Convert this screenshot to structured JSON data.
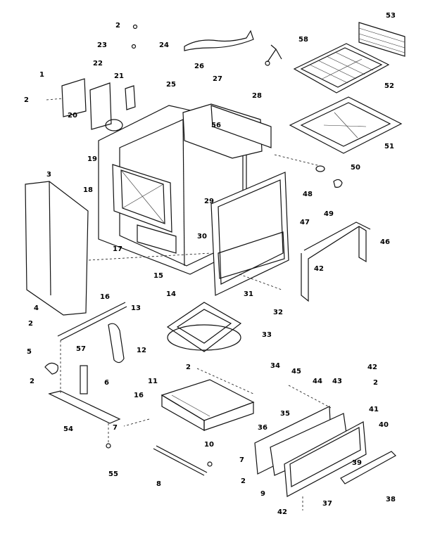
{
  "callouts": [
    {
      "id": "c53",
      "text": "53"
    },
    {
      "id": "c58",
      "text": "58"
    },
    {
      "id": "c52",
      "text": "52"
    },
    {
      "id": "c51",
      "text": "51"
    },
    {
      "id": "c50",
      "text": "50"
    },
    {
      "id": "c49",
      "text": "49"
    },
    {
      "id": "c48",
      "text": "48"
    },
    {
      "id": "c47",
      "text": "47"
    },
    {
      "id": "c46",
      "text": "46"
    },
    {
      "id": "c42a",
      "text": "42"
    },
    {
      "id": "c2a",
      "text": "2"
    },
    {
      "id": "c23",
      "text": "23"
    },
    {
      "id": "c24",
      "text": "24"
    },
    {
      "id": "c1",
      "text": "1"
    },
    {
      "id": "c22",
      "text": "22"
    },
    {
      "id": "c21",
      "text": "21"
    },
    {
      "id": "c25",
      "text": "25"
    },
    {
      "id": "c26",
      "text": "26"
    },
    {
      "id": "c27",
      "text": "27"
    },
    {
      "id": "c28",
      "text": "28"
    },
    {
      "id": "c2b",
      "text": "2"
    },
    {
      "id": "c20",
      "text": "20"
    },
    {
      "id": "c56",
      "text": "56"
    },
    {
      "id": "c19",
      "text": "19"
    },
    {
      "id": "c3",
      "text": "3"
    },
    {
      "id": "c18",
      "text": "18"
    },
    {
      "id": "c29",
      "text": "29"
    },
    {
      "id": "c30",
      "text": "30"
    },
    {
      "id": "c17",
      "text": "17"
    },
    {
      "id": "c15",
      "text": "15"
    },
    {
      "id": "c16",
      "text": "16"
    },
    {
      "id": "c4",
      "text": "4"
    },
    {
      "id": "c31",
      "text": "31"
    },
    {
      "id": "c32",
      "text": "32"
    },
    {
      "id": "c14",
      "text": "14"
    },
    {
      "id": "c33",
      "text": "33"
    },
    {
      "id": "c2c",
      "text": "2"
    },
    {
      "id": "c13",
      "text": "13"
    },
    {
      "id": "c57",
      "text": "57"
    },
    {
      "id": "c12",
      "text": "12"
    },
    {
      "id": "c5",
      "text": "5"
    },
    {
      "id": "c6",
      "text": "6"
    },
    {
      "id": "c2d",
      "text": "2"
    },
    {
      "id": "c34",
      "text": "34"
    },
    {
      "id": "c2e",
      "text": "2"
    },
    {
      "id": "c11",
      "text": "11"
    },
    {
      "id": "c45",
      "text": "45"
    },
    {
      "id": "c44",
      "text": "44"
    },
    {
      "id": "c43",
      "text": "43"
    },
    {
      "id": "c42b",
      "text": "42"
    },
    {
      "id": "c2f",
      "text": "2"
    },
    {
      "id": "c16b",
      "text": "16"
    },
    {
      "id": "c35",
      "text": "35"
    },
    {
      "id": "c41",
      "text": "41"
    },
    {
      "id": "c54",
      "text": "54"
    },
    {
      "id": "c7a",
      "text": "7"
    },
    {
      "id": "c36",
      "text": "36"
    },
    {
      "id": "c40",
      "text": "40"
    },
    {
      "id": "c10",
      "text": "10"
    },
    {
      "id": "c7b",
      "text": "7"
    },
    {
      "id": "c55",
      "text": "55"
    },
    {
      "id": "c39",
      "text": "39"
    },
    {
      "id": "c8",
      "text": "8"
    },
    {
      "id": "c2g",
      "text": "2"
    },
    {
      "id": "c9",
      "text": "9"
    },
    {
      "id": "c37",
      "text": "37"
    },
    {
      "id": "c38",
      "text": "38"
    },
    {
      "id": "c42c",
      "text": "42"
    }
  ]
}
